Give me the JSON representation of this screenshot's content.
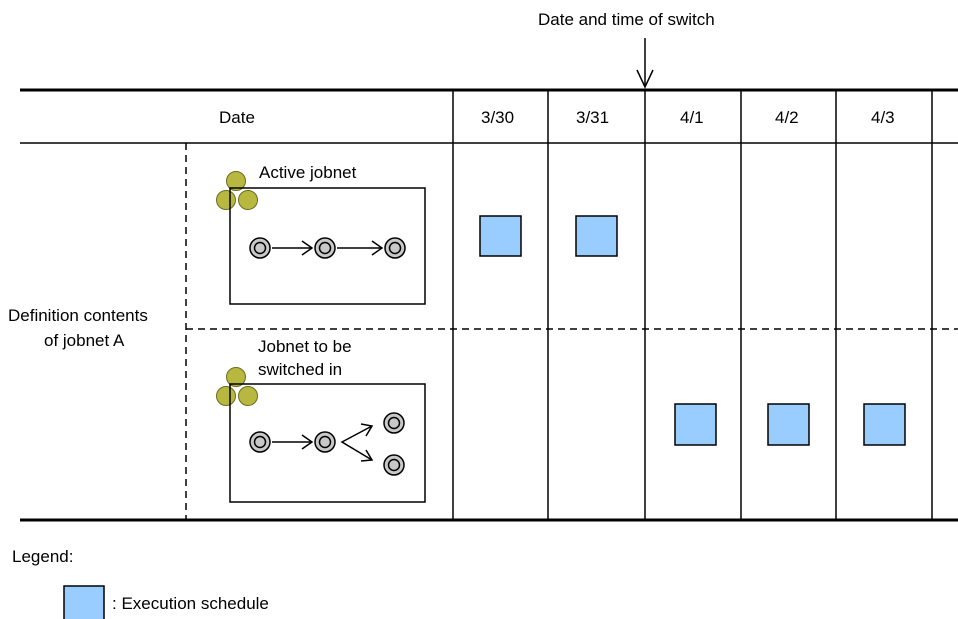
{
  "switch_label": "Date and time of switch",
  "table": {
    "date_header": "Date",
    "dates": [
      "3/30",
      "3/31",
      "4/1",
      "4/2",
      "4/3"
    ]
  },
  "row_label": {
    "line1": "Definition contents",
    "line2": "of jobnet A"
  },
  "active_jobnet": {
    "label": "Active jobnet",
    "scheduled_dates": [
      "3/30",
      "3/31"
    ]
  },
  "switched_jobnet": {
    "label_line1": "Jobnet to be",
    "label_line2": "switched in",
    "scheduled_dates": [
      "4/1",
      "4/2",
      "4/3"
    ]
  },
  "legend": {
    "title": "Legend:",
    "execution_schedule": ": Execution schedule"
  },
  "colors": {
    "schedule_fill": "#99ccff",
    "jobnet_icon": "#b8b840",
    "job_node": "#c8c8c8"
  }
}
